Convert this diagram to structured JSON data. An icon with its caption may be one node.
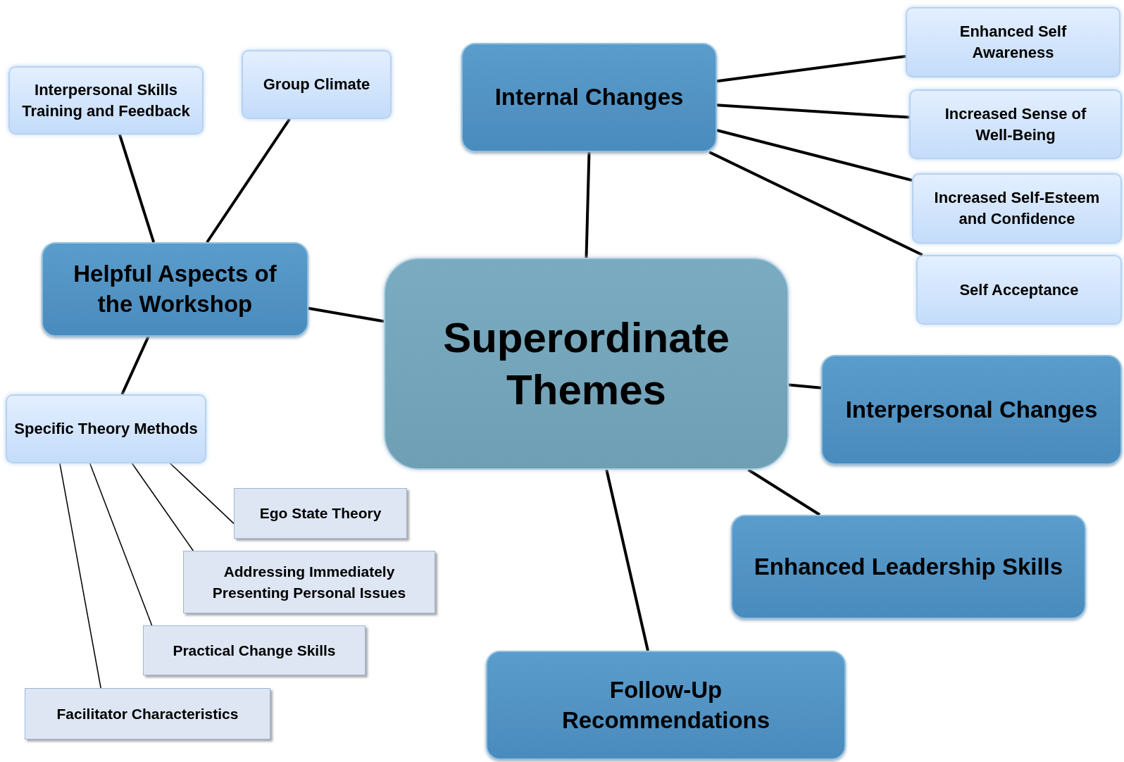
{
  "diagram": {
    "nodes": [
      {
        "text": [
          "Superordinate Themes"
        ]
      },
      {
        "text": [
          "Internal Changes"
        ]
      },
      {
        "text": [
          "Enhanced Self Awareness"
        ]
      },
      {
        "text": [
          "Increased Sense of Well-Being"
        ]
      },
      {
        "text": [
          "Increased Self-Esteem and Confidence"
        ]
      },
      {
        "text": [
          "Self Acceptance"
        ]
      },
      {
        "text": [
          "Interpersonal Changes"
        ]
      },
      {
        "text": [
          "Enhanced Leadership Skills"
        ]
      },
      {
        "text": [
          "Follow-Up Recommendations"
        ]
      },
      {
        "text": [
          "Helpful Aspects of the Workshop"
        ]
      },
      {
        "text": [
          "Interpersonal Skills Training and Feedback"
        ]
      },
      {
        "text": [
          "Group Climate"
        ]
      },
      {
        "text": [
          "Specific Theory Methods"
        ]
      },
      {
        "text": [
          "Ego State Theory"
        ]
      },
      {
        "text": [
          "Addressing Immediately Presenting Personal Issues"
        ]
      },
      {
        "text": [
          "Practical Change Skills"
        ]
      },
      {
        "text": [
          "Facilitator Characteristics"
        ]
      }
    ],
    "edges": [
      {
        "from": 0,
        "to": 1,
        "arrow": "none"
      },
      {
        "from": 1,
        "to": 2,
        "arrow": "none"
      },
      {
        "from": 1,
        "to": 3,
        "arrow": "none"
      },
      {
        "from": 1,
        "to": 4,
        "arrow": "none"
      },
      {
        "from": 1,
        "to": 5,
        "arrow": "none"
      },
      {
        "from": 0,
        "to": 6,
        "arrow": "none"
      },
      {
        "from": 0,
        "to": 7,
        "arrow": "none"
      },
      {
        "from": 0,
        "to": 8,
        "arrow": "none"
      },
      {
        "from": 0,
        "to": 9,
        "arrow": "none"
      },
      {
        "from": 9,
        "to": 10,
        "arrow": "none"
      },
      {
        "from": 9,
        "to": 11,
        "arrow": "none"
      },
      {
        "from": 9,
        "to": 12,
        "arrow": "none"
      },
      {
        "from": 12,
        "to": 13,
        "arrow": "none"
      },
      {
        "from": 12,
        "to": 14,
        "arrow": "none"
      },
      {
        "from": 12,
        "to": 15,
        "arrow": "none"
      },
      {
        "from": 12,
        "to": 16,
        "arrow": "none"
      }
    ]
  }
}
